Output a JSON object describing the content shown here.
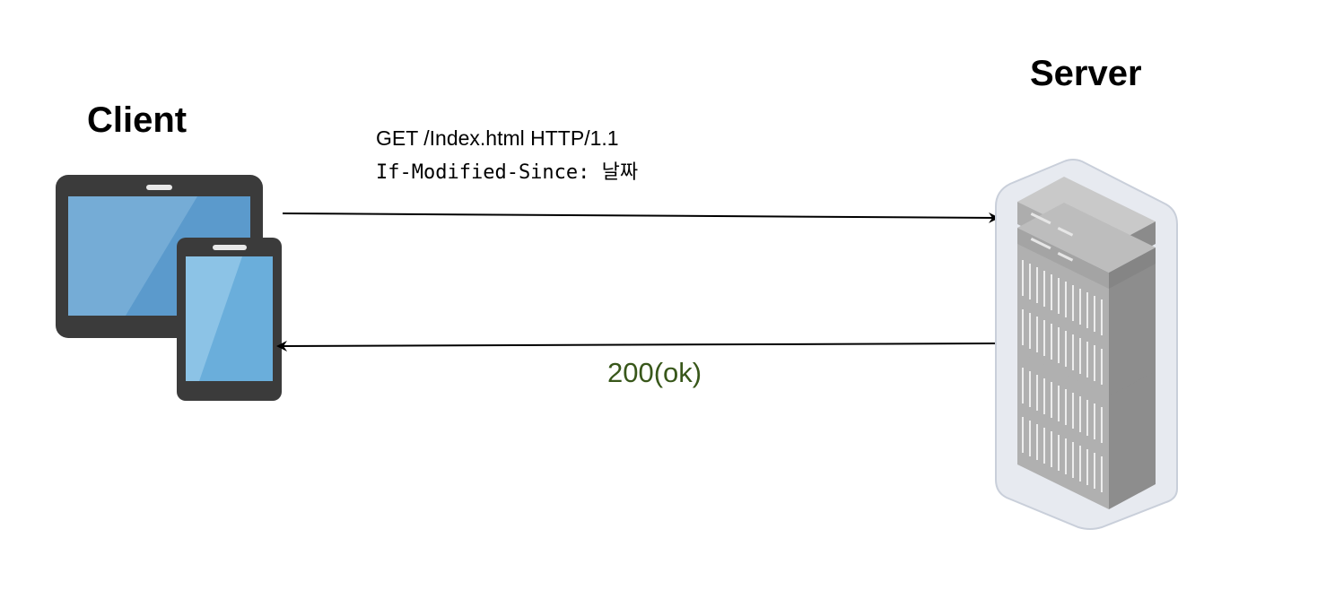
{
  "nodes": {
    "client": {
      "label": "Client"
    },
    "server": {
      "label": "Server"
    }
  },
  "request": {
    "line1": "GET /Index.html HTTP/1.1",
    "line2": "If-Modified-Since: 날짜"
  },
  "response": {
    "label": "200(ok)",
    "color": "#38571a"
  },
  "colors": {
    "device_frame": "#3c3c3c",
    "screen_light": "#74aeda",
    "screen_dark": "#4d93c8",
    "server_halo": "#e8ebf1",
    "server_body": "#9a9a9a",
    "arrow": "#000000"
  },
  "icons": {
    "client": "tablet-phone-icon",
    "server": "server-rack-icon"
  }
}
